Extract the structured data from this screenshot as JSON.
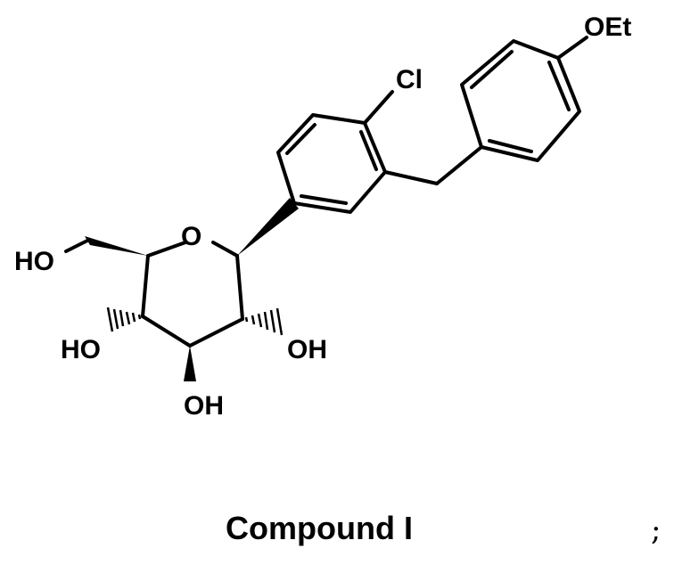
{
  "labels": {
    "ring_oxygen": "O",
    "hydroxymethyl": "HO",
    "oh_left": "HO",
    "oh_right": "OH",
    "oh_bottom": "OH",
    "chloro": "Cl",
    "ethoxy": "OEt"
  },
  "caption": "Compound I",
  "terminator": ";"
}
